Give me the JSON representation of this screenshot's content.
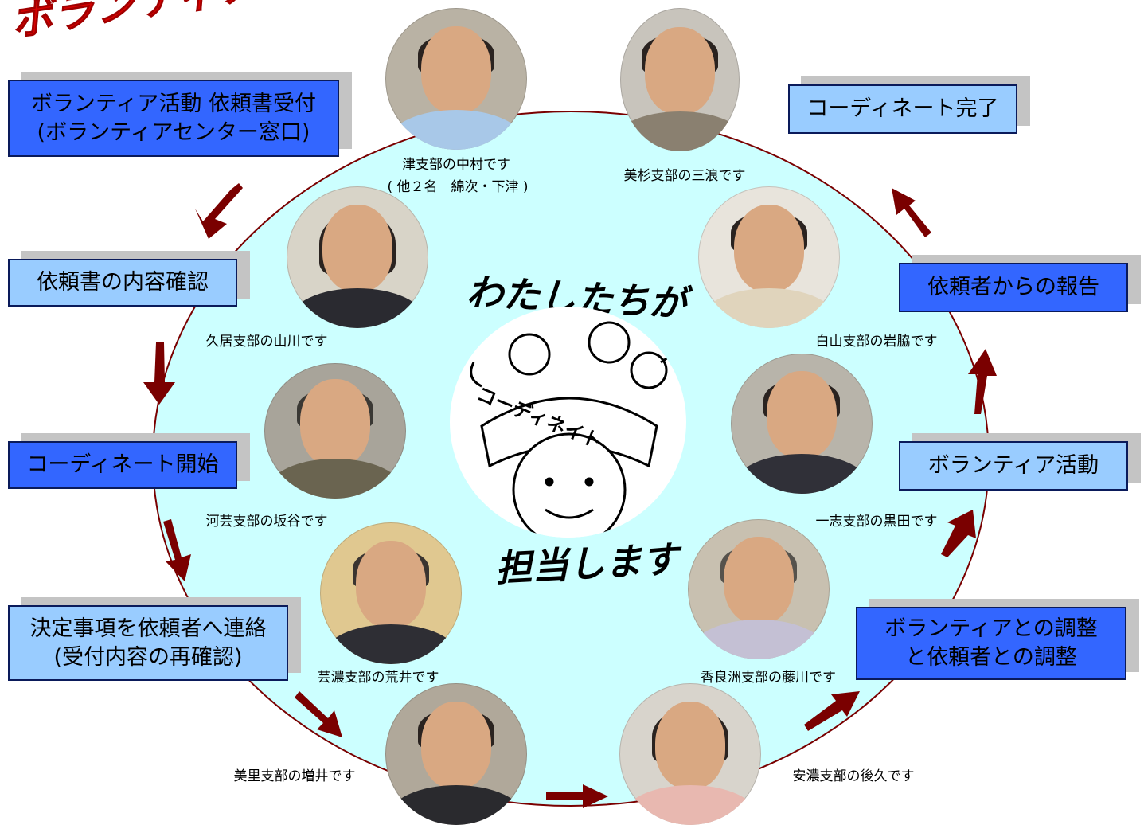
{
  "title": "ボランティアの依頼",
  "center": {
    "top_text": "わたしたちが",
    "bottom_text": "担当します",
    "illustration_label": "コーディネイト"
  },
  "steps": [
    {
      "line1": "ボランティア活動  依頼書受付",
      "line2": "(ボランティアセンター窓口)"
    },
    {
      "line1": "依頼書の内容確認"
    },
    {
      "line1": "コーディネート開始"
    },
    {
      "line1": "決定事項を依頼者へ連絡",
      "line2": "(受付内容の再確認)"
    },
    {
      "line1": "ボランティアとの調整",
      "line2": "と依頼者との調整"
    },
    {
      "line1": "ボランティア活動"
    },
    {
      "line1": "依頼者からの報告"
    },
    {
      "line1": "コーディネート完了"
    }
  ],
  "staff": [
    {
      "caption": "津支部の中村です",
      "caption2": "( 他２名　綿次・下津 )"
    },
    {
      "caption": "美杉支部の三浪です"
    },
    {
      "caption": "久居支部の山川です"
    },
    {
      "caption": "白山支部の岩脇です"
    },
    {
      "caption": "河芸支部の坂谷です"
    },
    {
      "caption": "一志支部の黒田です"
    },
    {
      "caption": "芸濃支部の荒井です"
    },
    {
      "caption": "香良洲支部の藤川です"
    },
    {
      "caption": "美里支部の増井です"
    },
    {
      "caption": "安濃支部の後久です"
    }
  ],
  "colors": {
    "ellipse": "#ccffff",
    "step_dark": "#3366ff",
    "step_light": "#99ccff",
    "arrow": "#7a0000",
    "title": "#d90000"
  }
}
